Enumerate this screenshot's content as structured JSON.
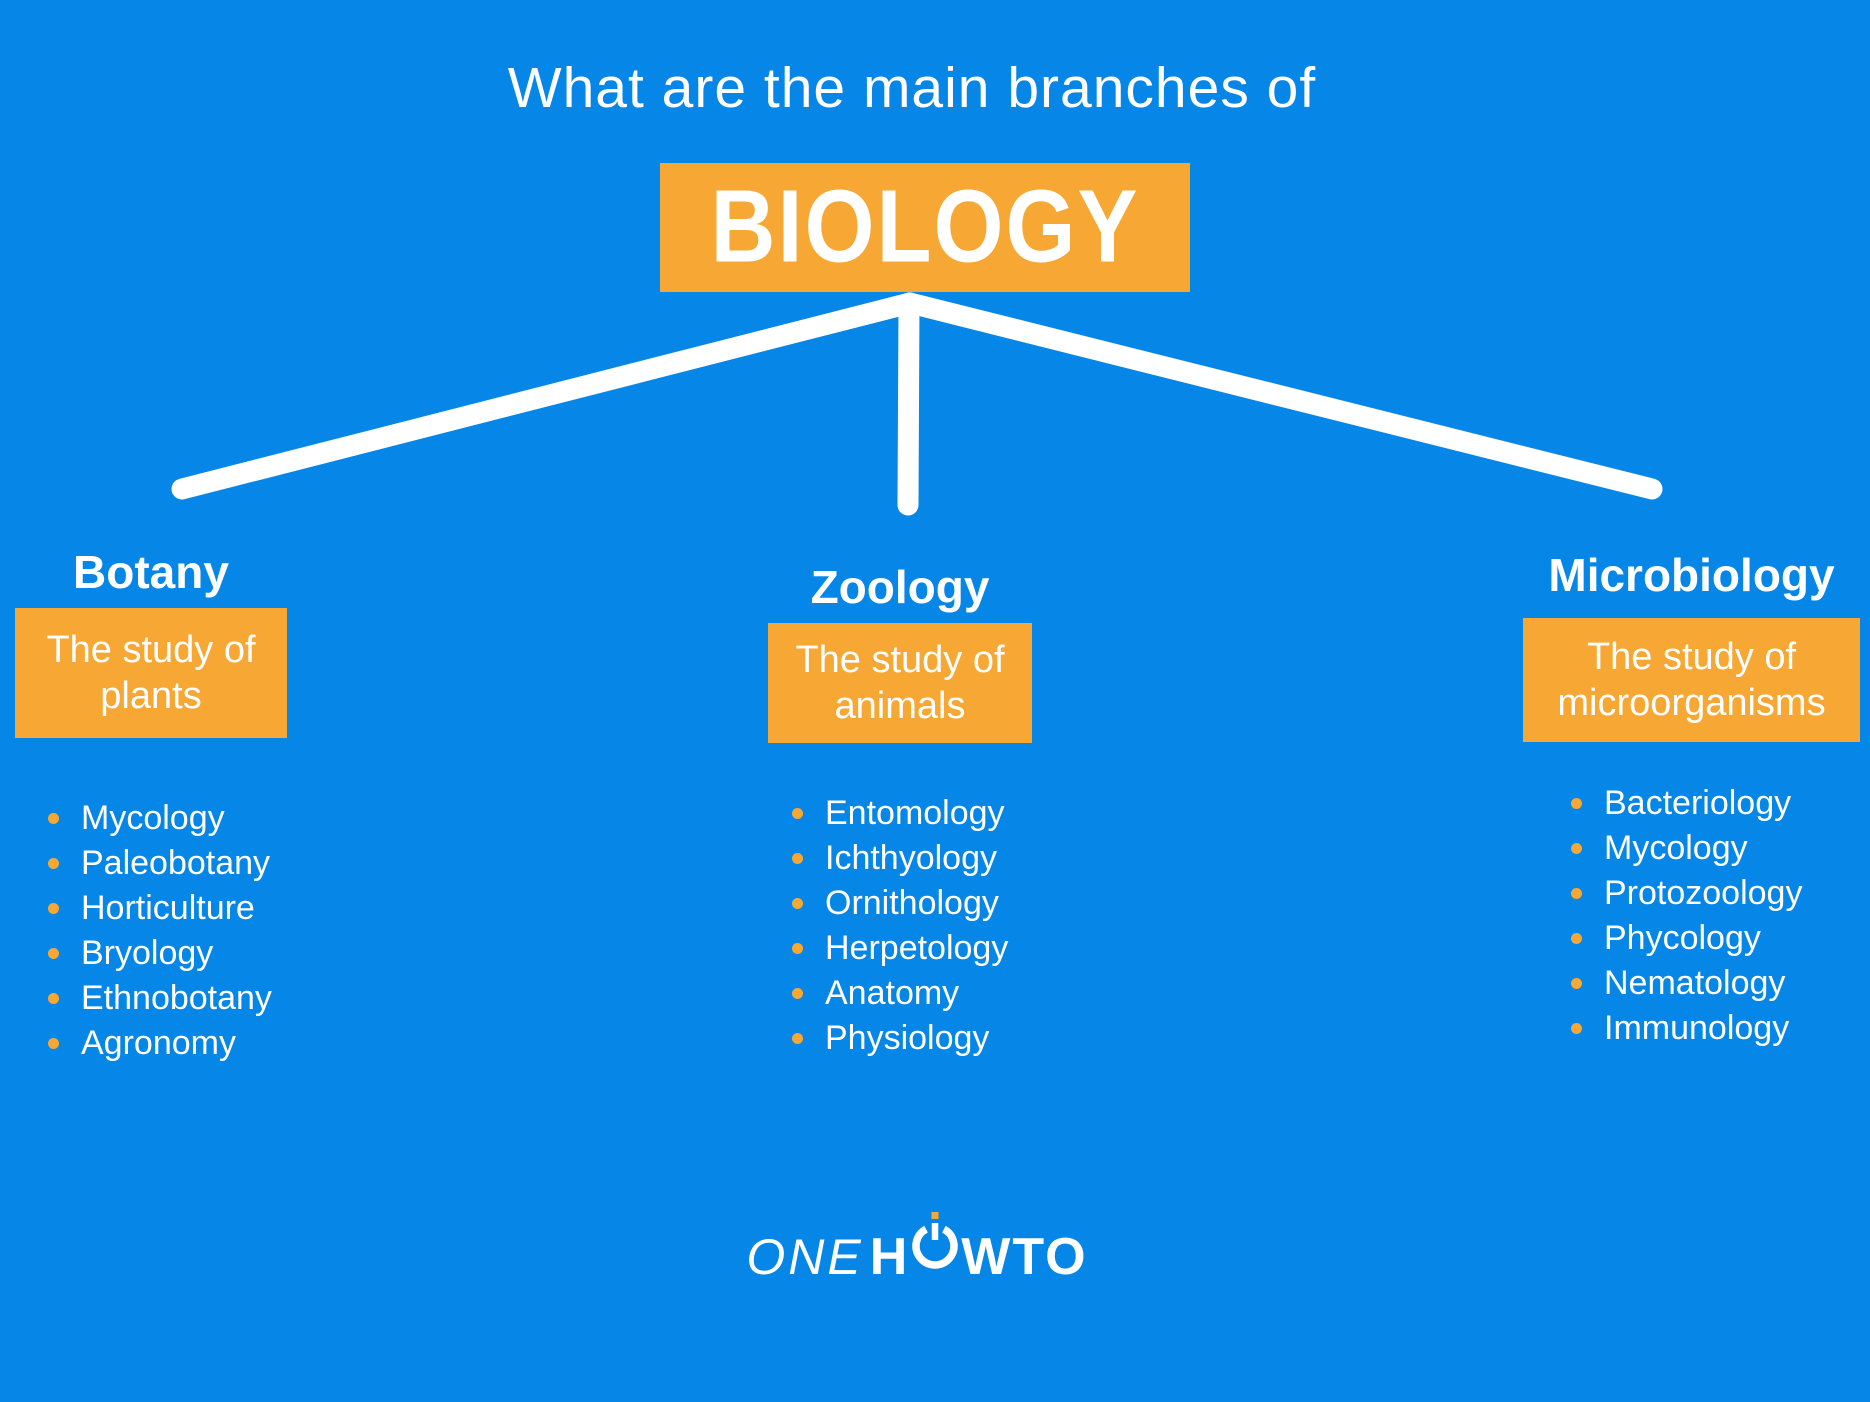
{
  "header": {
    "title": "What are the main branches of",
    "subject": "BIOLOGY"
  },
  "colors": {
    "background": "#0686E6",
    "accent_orange": "#F7A733",
    "text": "#FFFFFF"
  },
  "branches": [
    {
      "name": "Botany",
      "description": "The study of plants",
      "items": [
        "Mycology",
        "Paleobotany",
        "Horticulture",
        "Bryology",
        "Ethnobotany",
        "Agronomy"
      ]
    },
    {
      "name": "Zoology",
      "description": "The study of animals",
      "items": [
        "Entomology",
        "Ichthyology",
        "Ornithology",
        "Herpetology",
        "Anatomy",
        "Physiology"
      ]
    },
    {
      "name": "Microbiology",
      "description": "The study of microorganisms",
      "items": [
        "Bacteriology",
        "Mycology",
        "Protozoology",
        "Phycology",
        "Nematology",
        "Immunology"
      ]
    }
  ],
  "logo": {
    "prefix": "ONE",
    "word_start": "H",
    "word_end": "WTO"
  }
}
